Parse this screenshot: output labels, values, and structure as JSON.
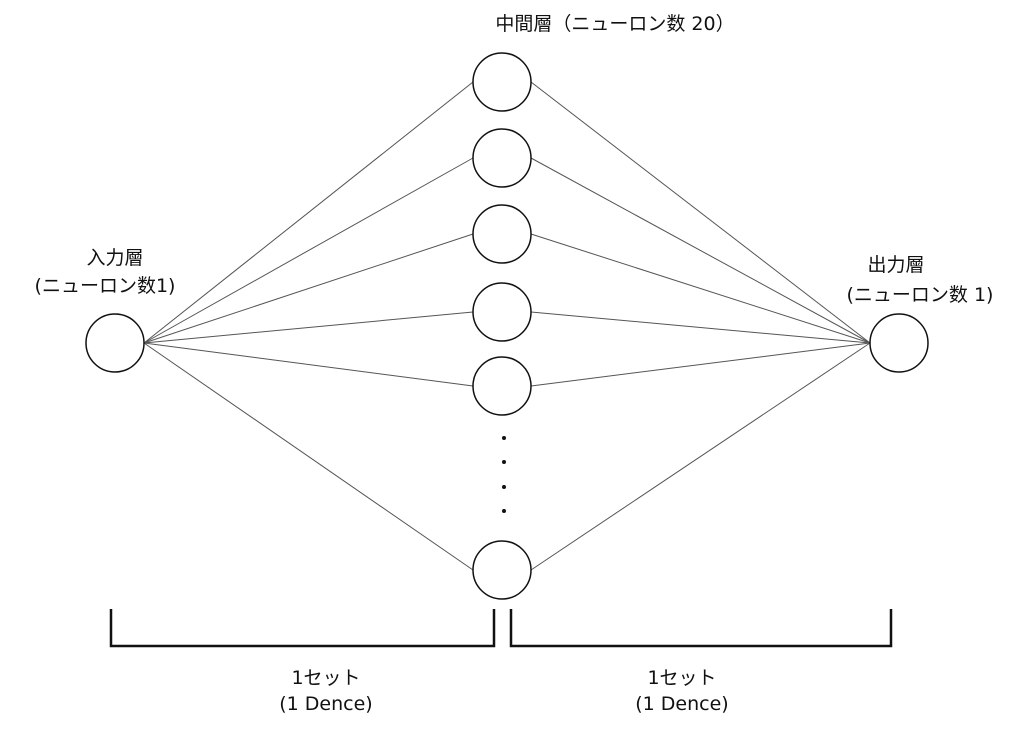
{
  "input_layer": {
    "title": "入力層",
    "neuron_count_label": "(ニューロン数1)"
  },
  "hidden_layer": {
    "label": "中間層（ニューロン数 20）",
    "ellipsis": "⋮"
  },
  "output_layer": {
    "title": "出力層",
    "neuron_count_label": "(ニューロン数 1)"
  },
  "sets": [
    {
      "label": "1セット",
      "sublabel": "(1 Dence)"
    },
    {
      "label": "1セット",
      "sublabel": "(1 Dence)"
    }
  ]
}
